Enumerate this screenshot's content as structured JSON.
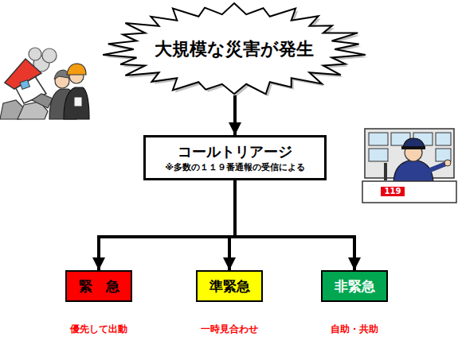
{
  "diagram": {
    "nodes": [
      {
        "text": [
          "大規模な災害が発生"
        ]
      },
      {
        "text": [
          "コールトリアージ",
          "※多数の１１９番通報の受信による"
        ]
      },
      {
        "text": [
          "緊　急"
        ]
      },
      {
        "text": [
          "準緊急"
        ]
      },
      {
        "text": [
          "非緊急"
        ]
      }
    ],
    "edges": [
      {
        "from": 0,
        "to": 1,
        "arrow": "to"
      },
      {
        "from": 1,
        "to": 2,
        "arrow": "to"
      },
      {
        "from": 1,
        "to": 3,
        "arrow": "to"
      },
      {
        "from": 1,
        "to": 4,
        "arrow": "to"
      }
    ],
    "labels": [
      "優先して出動",
      "一時見合わせ",
      "自助・共助",
      "119"
    ]
  }
}
